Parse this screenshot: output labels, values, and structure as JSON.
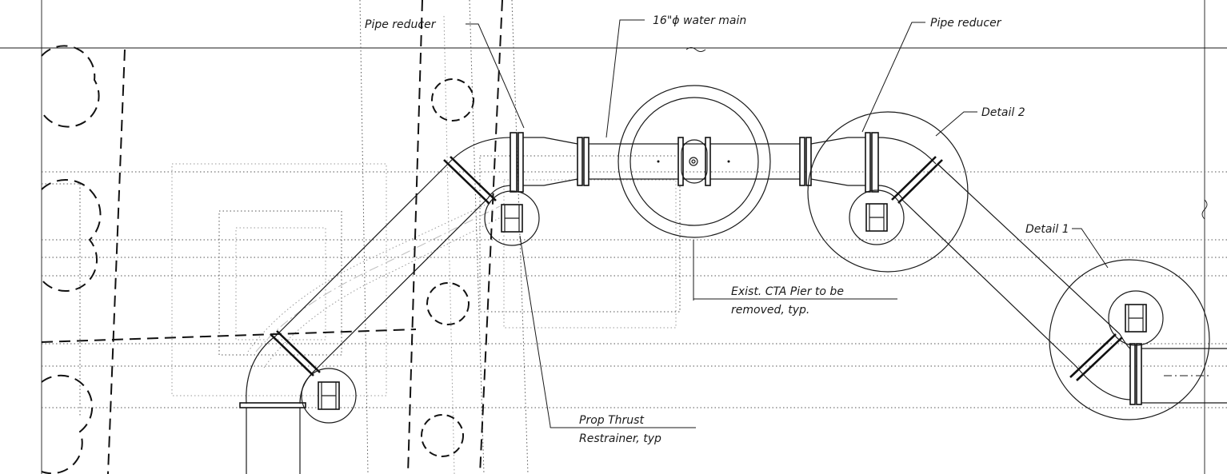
{
  "labels": {
    "reducer_left": "Pipe reducer",
    "water_main": "16\"ϕ water main",
    "reducer_right": "Pipe reducer",
    "detail2": "Detail 2",
    "detail1": "Detail 1",
    "pier_line1": "Exist. CTA Pier to be",
    "pier_line2": "removed, typ.",
    "thrust_line1": "Prop Thrust",
    "thrust_line2": "Restrainer, typ"
  }
}
